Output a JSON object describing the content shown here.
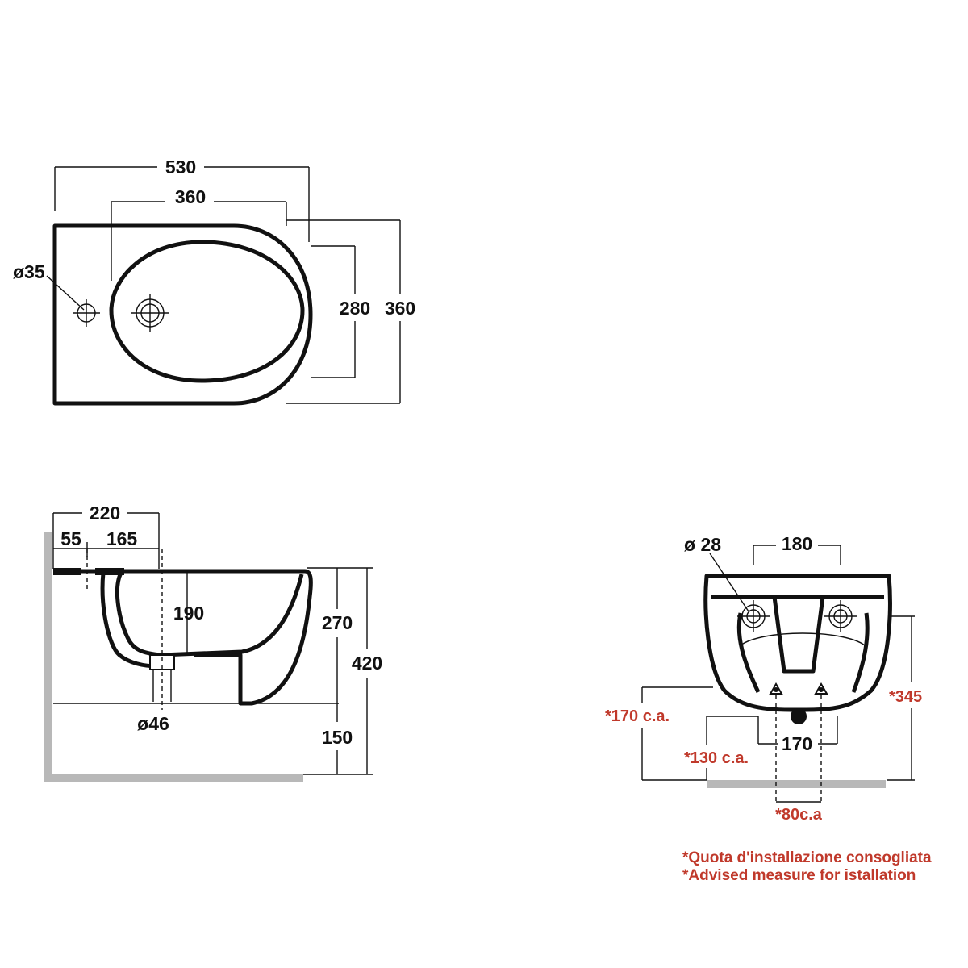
{
  "colors": {
    "line": "#111111",
    "accent_red": "#c0392b",
    "wall_grey": "#b8b8b8"
  },
  "top_view": {
    "total_length": "530",
    "bowl_length": "360",
    "hole_diameter": "ø35",
    "bowl_width": "280",
    "total_width": "360"
  },
  "side_view": {
    "depth_220": "220",
    "offset_55": "55",
    "offset_165": "165",
    "bowl_depth": "190",
    "height_270": "270",
    "height_420": "420",
    "floor_gap": "150",
    "drain_diameter": "ø46"
  },
  "rear_view": {
    "hole_diameter": "ø 28",
    "hole_spacing": "180",
    "bolt_spacing": "170",
    "height_345": "*345",
    "height_170": "*170 c.a.",
    "height_130": "*130 c.a.",
    "spacing_80": "*80c.a"
  },
  "notes": {
    "italian": "*Quota d'installazione consogliata",
    "english": "*Advised measure for istallation"
  }
}
